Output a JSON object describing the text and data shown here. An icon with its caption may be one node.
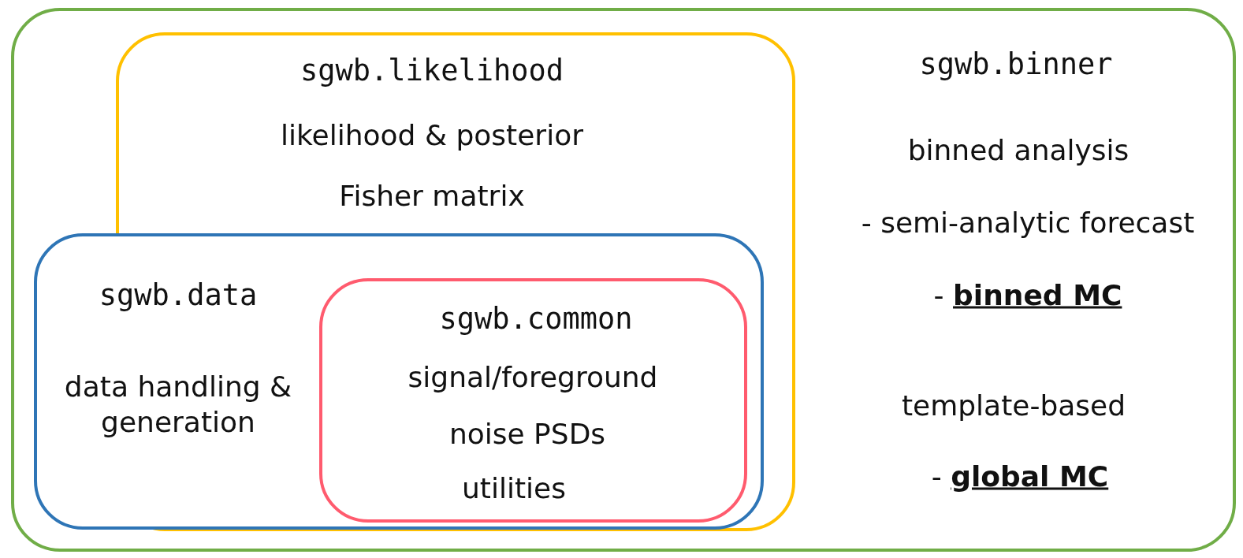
{
  "diagram": {
    "nodes": [
      {
        "text": [
          "sgwb.binner",
          "binned analysis",
          "- semi-analytic forecast",
          "- **binned MC**",
          "template-based",
          "- **global MC**"
        ]
      },
      {
        "text": [
          "sgwb.likelihood",
          "likelihood & posterior",
          "Fisher matrix"
        ],
        "in": 0
      },
      {
        "text": [
          "sgwb.data",
          "data handling & generation"
        ],
        "in": 0
      },
      {
        "text": [
          "sgwb.common",
          "signal/foreground",
          "noise PSDs",
          "utilities"
        ],
        "in": 2
      }
    ]
  }
}
